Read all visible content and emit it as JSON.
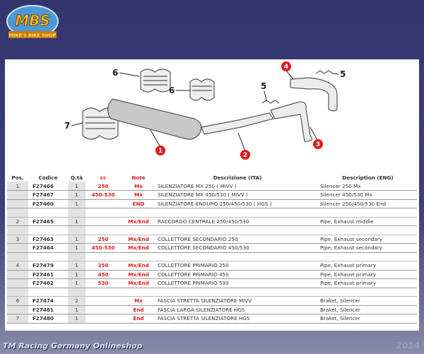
{
  "logo": {
    "text": "MBS",
    "subtext": "MIKE'S BIKE SHOP"
  },
  "diagram": {
    "callouts": [
      "1",
      "2",
      "3",
      "4",
      "5",
      "5",
      "6",
      "6",
      "7"
    ]
  },
  "table": {
    "headers": {
      "pos": "Pos.",
      "code": "Codice",
      "qty": "Q.tà",
      "cc": "cc",
      "note": "Note",
      "desc_ita": "Descrizione (ITA)",
      "desc_eng": "Description (ENG)"
    },
    "rows": [
      {
        "pos": "1",
        "code": "F27466",
        "qty": "1",
        "cc": "250",
        "note": "Mx",
        "ita": "SILENZIATORE MX 250 ( MIVV )",
        "eng": "Silencer 250 Mx"
      },
      {
        "pos": "",
        "code": "F27467",
        "qty": "1",
        "cc": "450-530",
        "note": "Mx",
        "ita": "SILENZIATORE MX 450/530 ( MIVV )",
        "eng": "Silencer 450/530 Mx"
      },
      {
        "pos": "",
        "code": "F27460",
        "qty": "1",
        "cc": "",
        "note": "END",
        "ita": "SILENZIATORE ENDURO 250/450/530 ( HGS )",
        "eng": "Silencer 250/450/530 End"
      },
      null,
      {
        "pos": "2",
        "code": "F27465",
        "qty": "1",
        "cc": "",
        "note": "Mx/End",
        "ita": "RACCORDO CENTRALE 250/450/530",
        "eng": "Pipe, Exhaust middle"
      },
      null,
      {
        "pos": "3",
        "code": "F27463",
        "qty": "1",
        "cc": "250",
        "note": "Mx/End",
        "ita": "COLLETTORE SECONDARIO 250",
        "eng": "Pipe, Exhaust secondary"
      },
      {
        "pos": "",
        "code": "F27464",
        "qty": "1",
        "cc": "450-530",
        "note": "Mx/End",
        "ita": "COLLETTORE SECONDARIO 450/530",
        "eng": "Pipe, Exhaust secondary"
      },
      null,
      {
        "pos": "4",
        "code": "F27479",
        "qty": "1",
        "cc": "250",
        "note": "Mx/End",
        "ita": "COLLETTORE PRIMARIO 250",
        "eng": "Pipe, Exhaust primary"
      },
      {
        "pos": "",
        "code": "F27461",
        "qty": "1",
        "cc": "450",
        "note": "Mx/End",
        "ita": "COLLETTORE PRIMARIO 450",
        "eng": "Pipe, Exhaust primary"
      },
      {
        "pos": "",
        "code": "F27462",
        "qty": "1",
        "cc": "530",
        "note": "Mx/End",
        "ita": "COLLETTORE PRIMARIO 530",
        "eng": "Pipe, Exhaust primary"
      },
      null,
      {
        "pos": "6",
        "code": "F27474",
        "qty": "2",
        "cc": "",
        "note": "Mx",
        "ita": "FASCIA STRETTA SILENZIATORE MIVV",
        "eng": "Braket, Silencer"
      },
      {
        "pos": "",
        "code": "F27481",
        "qty": "1",
        "cc": "",
        "note": "End",
        "ita": "FASCIA LARGA SILENZIATORE HGS",
        "eng": "Braket, Silencer"
      },
      {
        "pos": "7",
        "code": "F27480",
        "qty": "1",
        "cc": "",
        "note": "End",
        "ita": "FASCIA STRETTA SILENZIATORE HGS",
        "eng": "Braket, Silencer"
      }
    ]
  },
  "footer": {
    "title": "TM Racing Germany  Onlineshop",
    "year": "2014"
  },
  "colors": {
    "accent": "#e21a1a",
    "background": "#3a3d74"
  }
}
